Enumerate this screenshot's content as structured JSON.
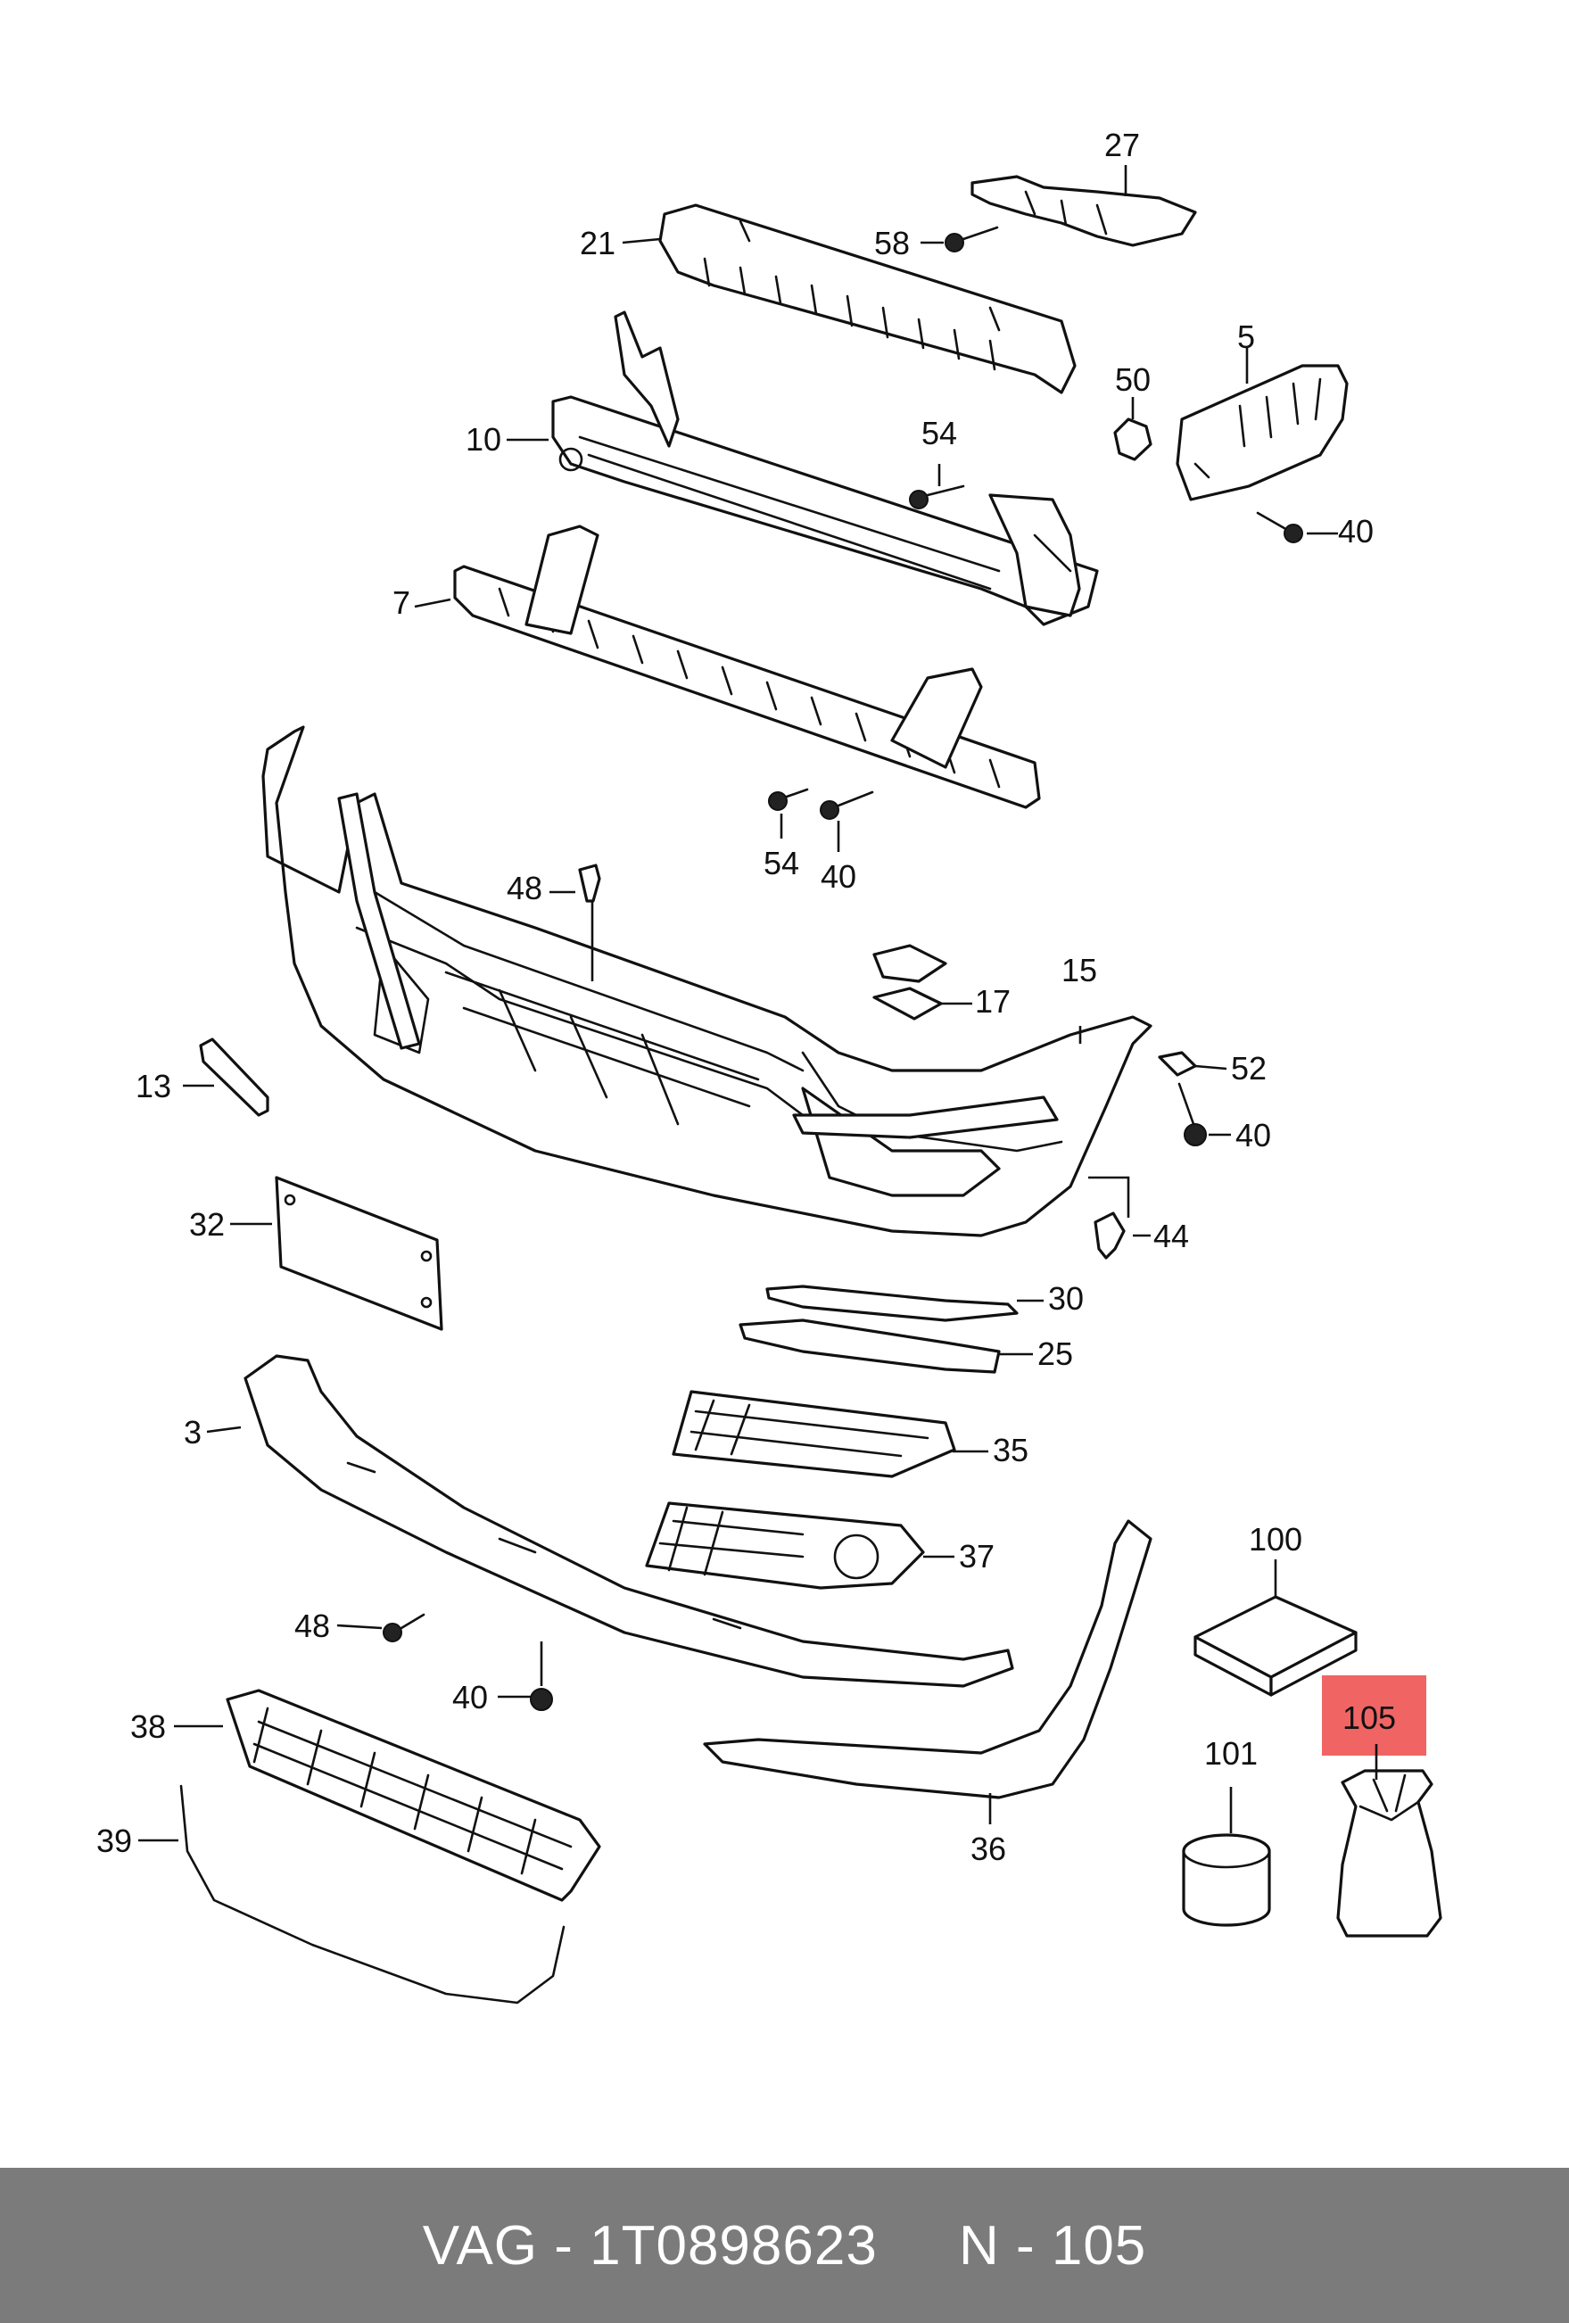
{
  "diagram": {
    "callouts": {
      "c27": "27",
      "c21": "21",
      "c58": "58",
      "c5": "5",
      "c50": "50",
      "c10": "10",
      "c54_top": "54",
      "c40_right_top": "40",
      "c7": "7",
      "c54_mid": "54",
      "c40_mid": "40",
      "c48_top": "48",
      "c15": "15",
      "c17": "17",
      "c13": "13",
      "c52": "52",
      "c40_right_mid": "40",
      "c32": "32",
      "c44": "44",
      "c30": "30",
      "c25": "25",
      "c3": "3",
      "c35": "35",
      "c37": "37",
      "c100": "100",
      "c48_low": "48",
      "c40_low": "40",
      "c38": "38",
      "c105": "105",
      "c101": "101",
      "c39": "39",
      "c36": "36"
    },
    "highlighted_part": "105",
    "highlight_color": "#f06464",
    "line_color": "#111111"
  },
  "footer": {
    "text": "VAG - 1T0898623     N - 105",
    "background": "#7b7b7b",
    "text_color": "#ffffff"
  }
}
